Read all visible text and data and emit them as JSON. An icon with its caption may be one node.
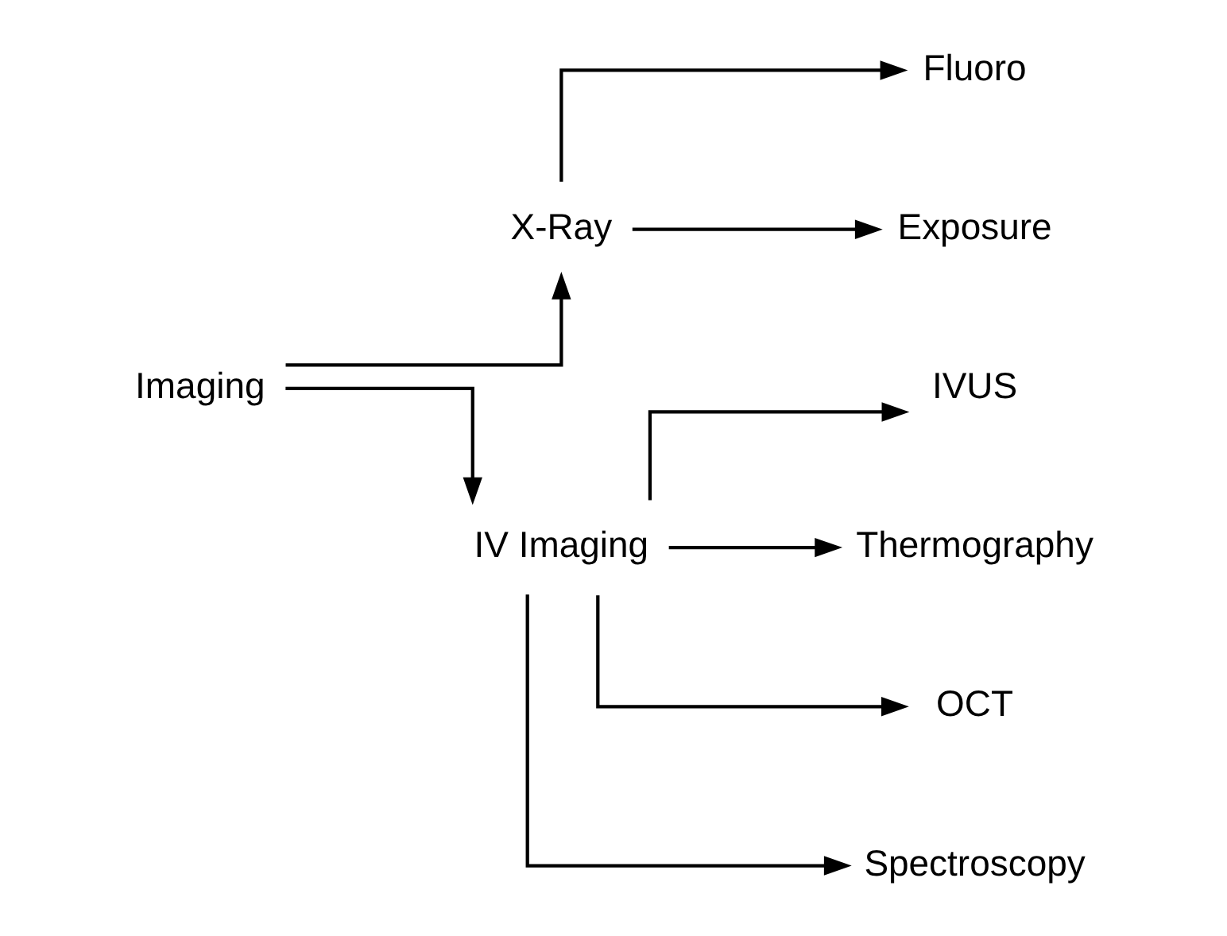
{
  "diagram": {
    "nodes": [
      {
        "text": [
          "Imaging"
        ]
      },
      {
        "text": [
          "X-Ray"
        ]
      },
      {
        "text": [
          "IV Imaging"
        ]
      },
      {
        "text": [
          "Fluoro"
        ]
      },
      {
        "text": [
          "Exposure"
        ]
      },
      {
        "text": [
          "IVUS"
        ]
      },
      {
        "text": [
          "Thermography"
        ]
      },
      {
        "text": [
          "OCT"
        ]
      },
      {
        "text": [
          "Spectroscopy"
        ]
      }
    ],
    "edges": [
      {
        "from": 0,
        "to": 1,
        "arrow": "to"
      },
      {
        "from": 0,
        "to": 2,
        "arrow": "to"
      },
      {
        "from": 1,
        "to": 3,
        "arrow": "to"
      },
      {
        "from": 1,
        "to": 4,
        "arrow": "to"
      },
      {
        "from": 2,
        "to": 5,
        "arrow": "to"
      },
      {
        "from": 2,
        "to": 6,
        "arrow": "to"
      },
      {
        "from": 2,
        "to": 7,
        "arrow": "to"
      },
      {
        "from": 2,
        "to": 8,
        "arrow": "to"
      }
    ]
  }
}
